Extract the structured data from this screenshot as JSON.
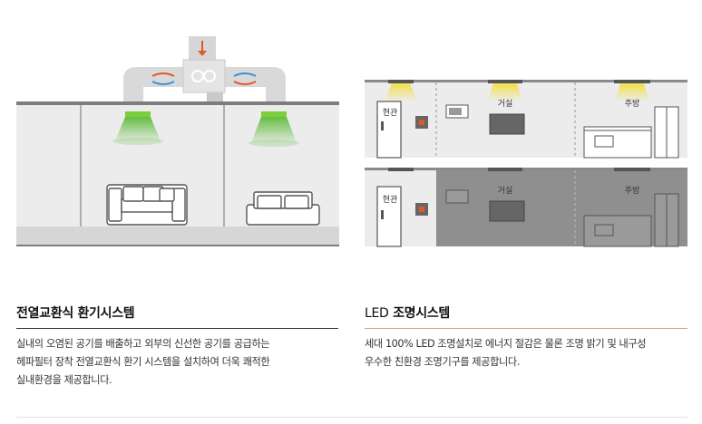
{
  "ventilation": {
    "title": "전열교환식 환기시스템",
    "description": [
      "실내의 오염된 공기를 배출하고 외부의 신선한 공기를 공급하는",
      "헤파필터 장착 전열교환식 환기 시스템을 설치하여 더욱 쾌적한",
      "실내환경을 제공합니다."
    ]
  },
  "lighting": {
    "title_prefix": "LED",
    "title_suffix": " 조명시스템",
    "description": [
      "세대 100% LED 조명설치로 에너지 절감은 물론 조명 밝기 및 내구성",
      "우수한 친환경 조명기구를 제공합니다."
    ],
    "rooms": {
      "entrance": "현관",
      "living": "거실",
      "kitchen": "주방"
    }
  },
  "colors": {
    "accent_orange": "#e0572a",
    "accent_blue": "#3a8fd8",
    "green_light": "#6cc04a",
    "yellow_light": "#f2e04a",
    "divider_gold": "#d4a56a"
  }
}
